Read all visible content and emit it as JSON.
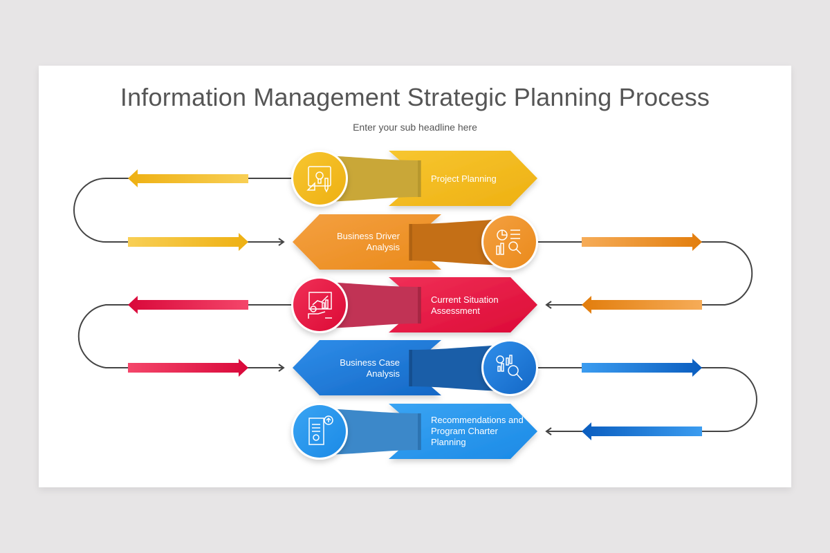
{
  "header": {
    "title": "Information Management Strategic Planning Process",
    "subtitle": "Enter your sub headline here"
  },
  "steps": [
    {
      "label": "Project Planning",
      "icon": "blueprint-lightbulb-icon",
      "color": "#f3b81d",
      "dark": "#c9a032"
    },
    {
      "label": "Business Driver Analysis",
      "icon": "analytics-report-icon",
      "color": "#ef8f22",
      "dark": "#c16a14"
    },
    {
      "label": "Current Situation Assessment",
      "icon": "presentation-chart-icon",
      "color": "#e5163f",
      "dark": "#b93050"
    },
    {
      "label": "Business Case Analysis",
      "icon": "chart-question-search-icon",
      "color": "#1d7ad6",
      "dark": "#1459a8"
    },
    {
      "label": "Recommendations and Program Charter Planning",
      "icon": "certificate-document-icon",
      "color": "#2a97ec",
      "dark": "#3a86c8"
    }
  ],
  "colors": {
    "background": "#e7e5e6",
    "slide": "#ffffff",
    "title": "#555555",
    "connector": "#444444"
  }
}
